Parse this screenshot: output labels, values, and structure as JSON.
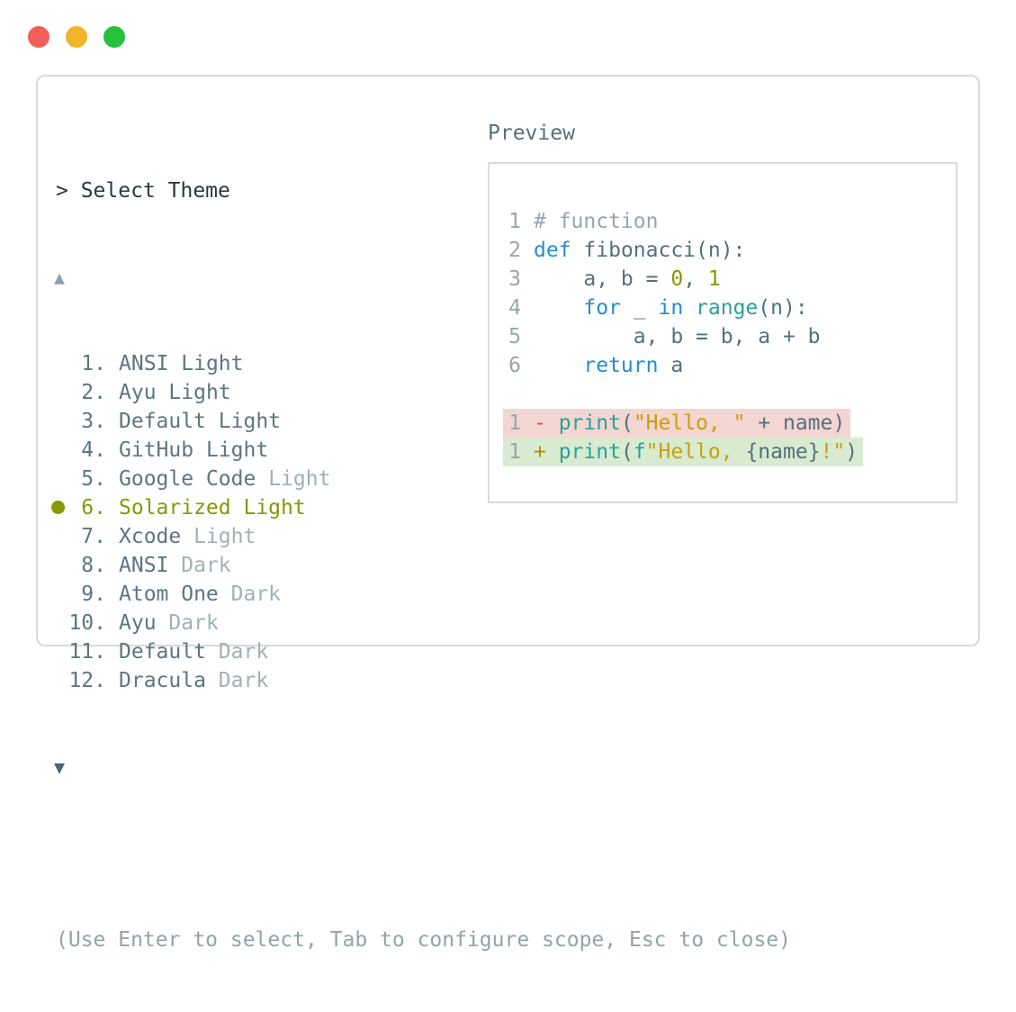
{
  "window_controls": {
    "close": "red",
    "minimize": "yellow",
    "zoom": "green"
  },
  "dialog": {
    "prompt": "> ",
    "title": "Select Theme",
    "scroll_up_indicator": "▲",
    "scroll_down_indicator": "▼",
    "hint": "(Use Enter to select, Tab to configure scope, Esc to close)",
    "items": [
      {
        "number": "1.",
        "name": "ANSI",
        "suffix": "Light",
        "muted_suffix": false,
        "selected": false
      },
      {
        "number": "2.",
        "name": "Ayu",
        "suffix": "Light",
        "muted_suffix": false,
        "selected": false
      },
      {
        "number": "3.",
        "name": "Default",
        "suffix": "Light",
        "muted_suffix": false,
        "selected": false
      },
      {
        "number": "4.",
        "name": "GitHub",
        "suffix": "Light",
        "muted_suffix": false,
        "selected": false
      },
      {
        "number": "5.",
        "name": "Google Code",
        "suffix": "Light",
        "muted_suffix": true,
        "selected": false
      },
      {
        "number": "6.",
        "name": "Solarized",
        "suffix": "Light",
        "muted_suffix": false,
        "selected": true
      },
      {
        "number": "7.",
        "name": "Xcode",
        "suffix": "Light",
        "muted_suffix": true,
        "selected": false
      },
      {
        "number": "8.",
        "name": "ANSI",
        "suffix": "Dark",
        "muted_suffix": true,
        "selected": false
      },
      {
        "number": "9.",
        "name": "Atom One",
        "suffix": "Dark",
        "muted_suffix": true,
        "selected": false
      },
      {
        "number": "10.",
        "name": "Ayu",
        "suffix": "Dark",
        "muted_suffix": true,
        "selected": false
      },
      {
        "number": "11.",
        "name": "Default",
        "suffix": "Dark",
        "muted_suffix": true,
        "selected": false
      },
      {
        "number": "12.",
        "name": "Dracula",
        "suffix": "Dark",
        "muted_suffix": true,
        "selected": false
      }
    ]
  },
  "preview": {
    "label": "Preview",
    "code_lines": [
      {
        "num": "1",
        "tokens": [
          {
            "t": "# function",
            "c": "comment"
          }
        ]
      },
      {
        "num": "2",
        "tokens": [
          {
            "t": "def",
            "c": "keyword"
          },
          {
            "t": " fibonacci(n):",
            "c": "plain"
          }
        ]
      },
      {
        "num": "3",
        "tokens": [
          {
            "t": "    a, b = ",
            "c": "plain"
          },
          {
            "t": "0",
            "c": "number"
          },
          {
            "t": ", ",
            "c": "plain"
          },
          {
            "t": "1",
            "c": "number"
          }
        ]
      },
      {
        "num": "4",
        "tokens": [
          {
            "t": "    ",
            "c": "plain"
          },
          {
            "t": "for",
            "c": "keyword"
          },
          {
            "t": " _ ",
            "c": "plain"
          },
          {
            "t": "in",
            "c": "keyword"
          },
          {
            "t": " ",
            "c": "plain"
          },
          {
            "t": "range",
            "c": "function"
          },
          {
            "t": "(n):",
            "c": "plain"
          }
        ]
      },
      {
        "num": "5",
        "tokens": [
          {
            "t": "        a, b = b, a + b",
            "c": "plain"
          }
        ]
      },
      {
        "num": "6",
        "tokens": [
          {
            "t": "    ",
            "c": "plain"
          },
          {
            "t": "return",
            "c": "keyword"
          },
          {
            "t": " a",
            "c": "plain"
          }
        ]
      }
    ],
    "diff_lines": [
      {
        "num": "1",
        "kind": "removed",
        "tokens": [
          {
            "t": "- ",
            "c": "removed-marker"
          },
          {
            "t": "print",
            "c": "function"
          },
          {
            "t": "(",
            "c": "plain"
          },
          {
            "t": "\"Hello, \"",
            "c": "string"
          },
          {
            "t": " + name)",
            "c": "plain"
          }
        ]
      },
      {
        "num": "1",
        "kind": "added",
        "tokens": [
          {
            "t": "+ ",
            "c": "added-marker"
          },
          {
            "t": "print",
            "c": "function"
          },
          {
            "t": "(",
            "c": "plain"
          },
          {
            "t": "f",
            "c": "function"
          },
          {
            "t": "\"Hello, ",
            "c": "string"
          },
          {
            "t": "{name}",
            "c": "plain"
          },
          {
            "t": "!\"",
            "c": "string"
          },
          {
            "t": ")",
            "c": "plain"
          }
        ]
      }
    ]
  },
  "colors": {
    "accent_selected": "#859900",
    "code_plain": "#56707c",
    "keyword": "#268bd2",
    "function": "#2aa198",
    "string": "#c9a008",
    "number": "#859900",
    "comment": "#98a6ab",
    "removed_marker": "#e25048",
    "added_marker": "#b58900",
    "removed_bg": "#f3d5d2",
    "added_bg": "#d8ebd1",
    "traffic_red": "#f15f56",
    "traffic_yellow": "#f3b32a",
    "traffic_green": "#24c23c"
  }
}
